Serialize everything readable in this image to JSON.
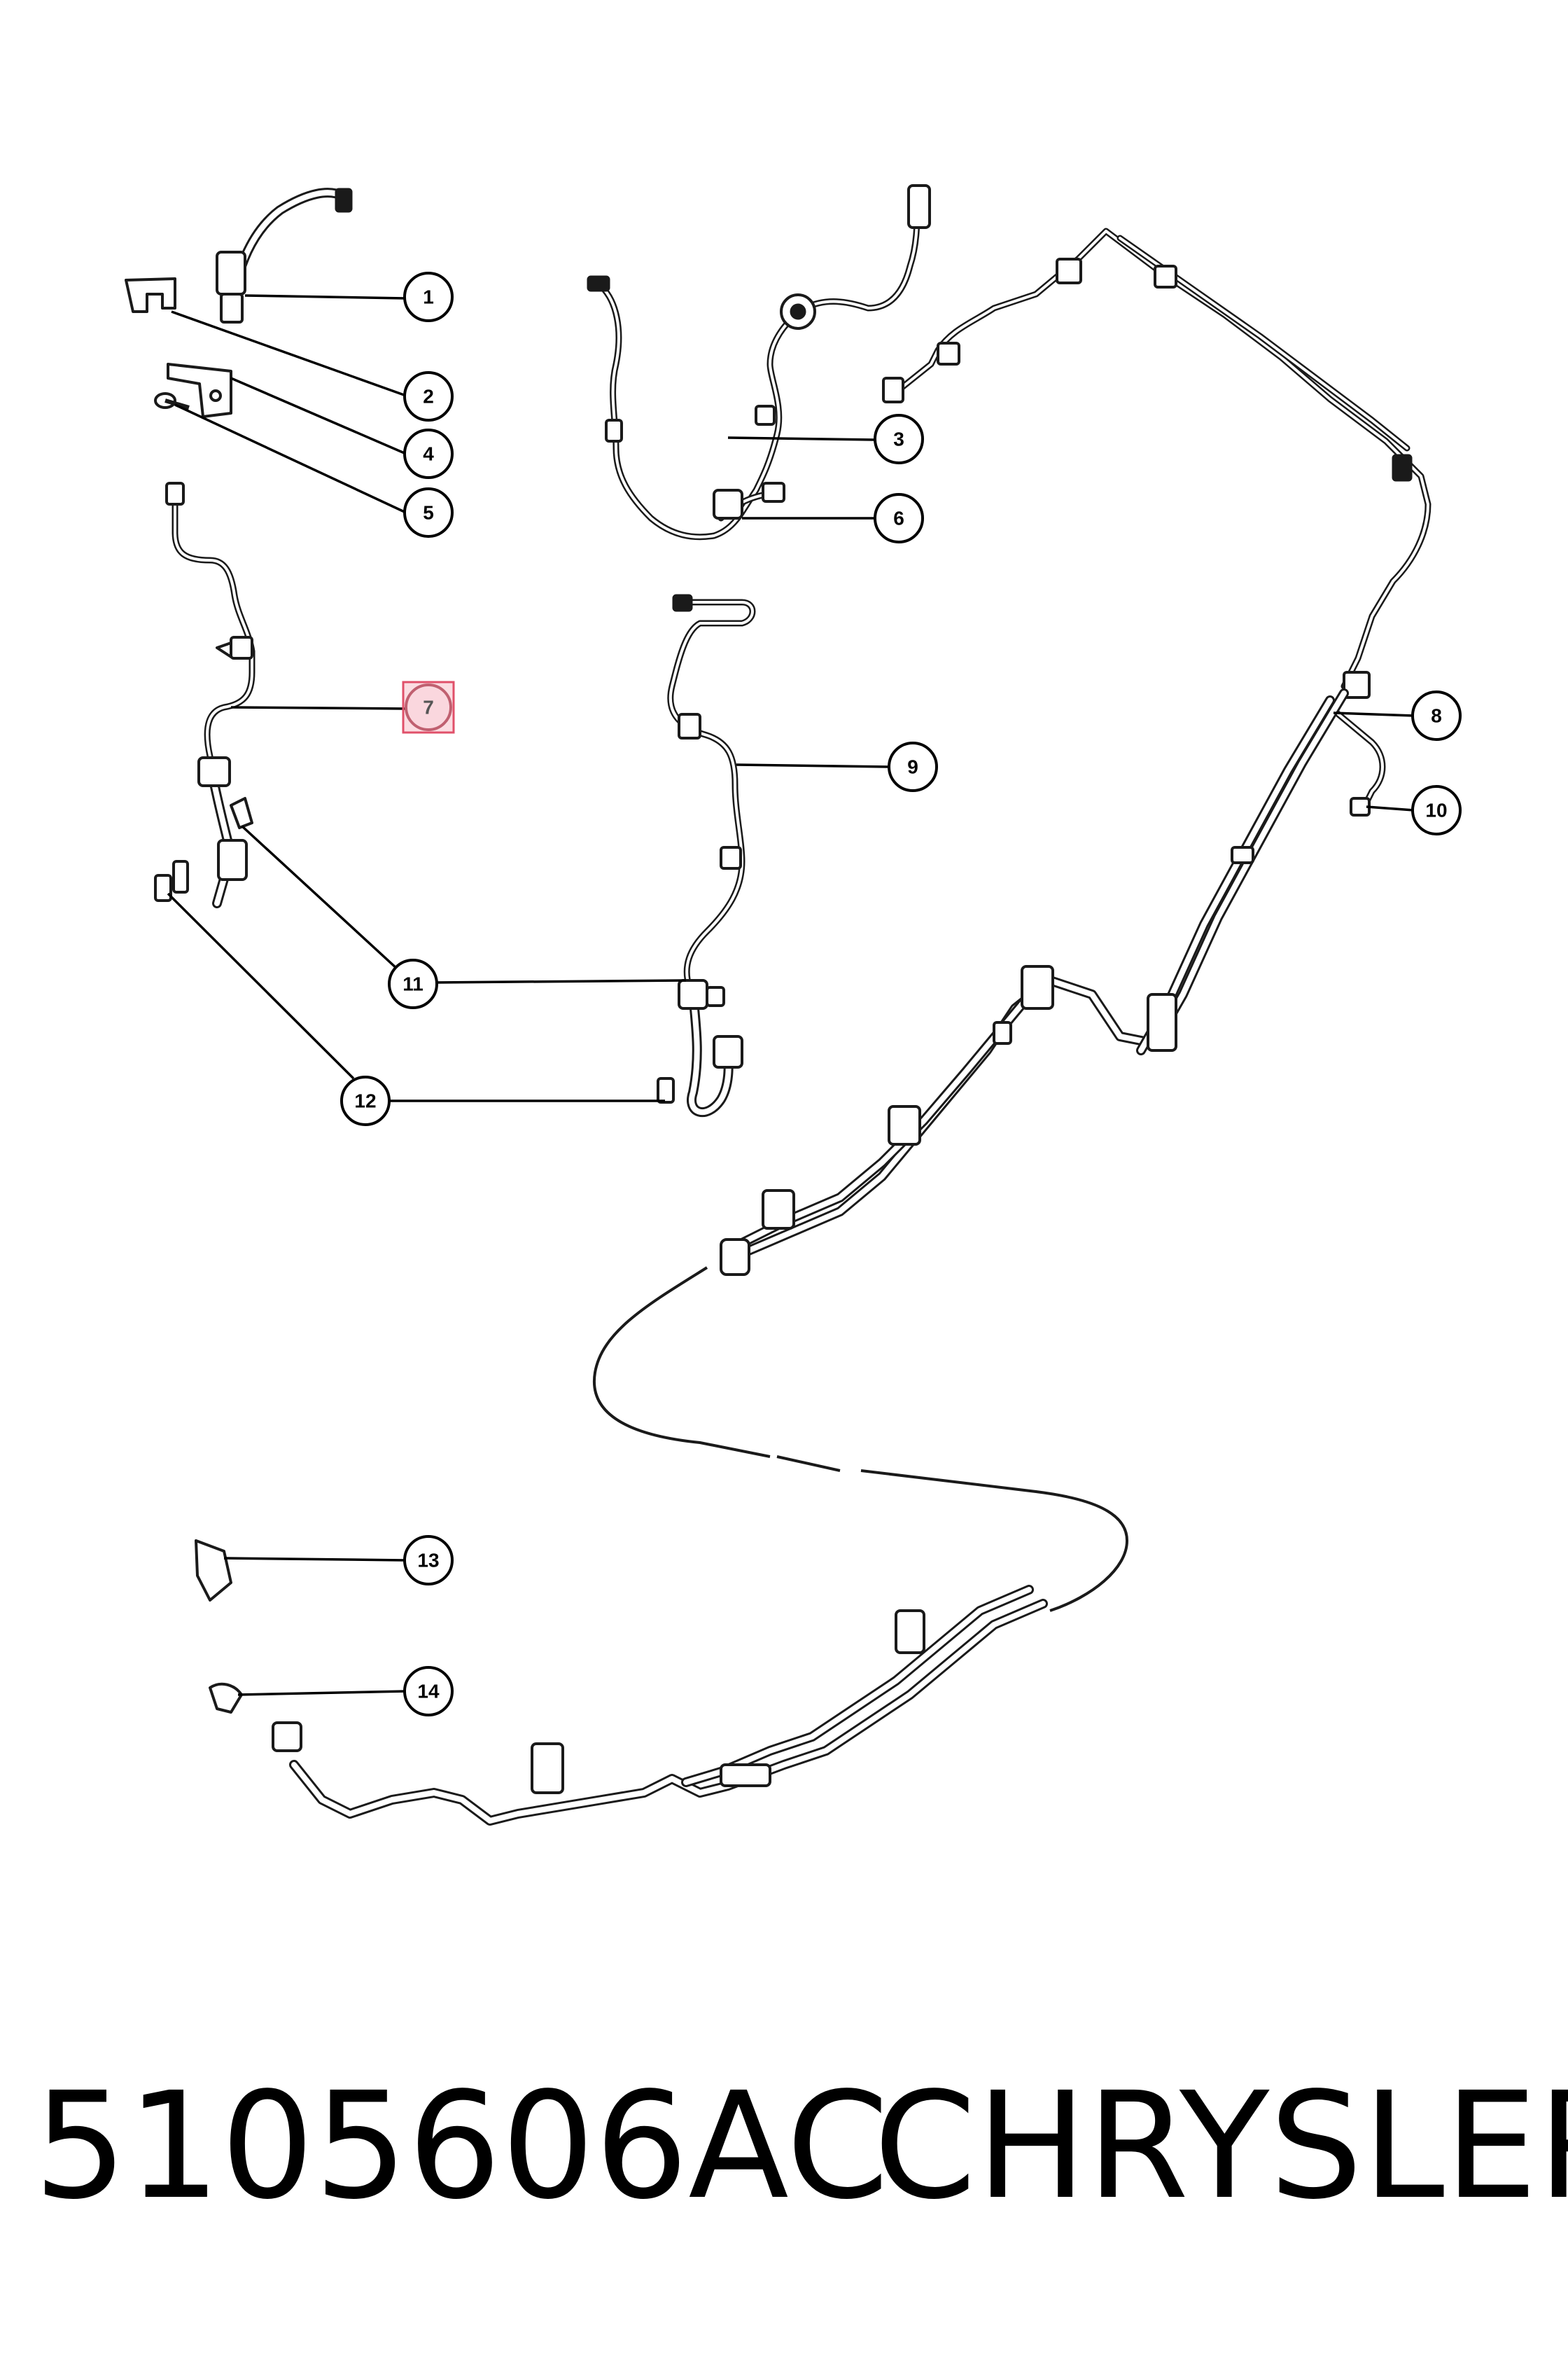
{
  "callouts": [
    {
      "id": "1",
      "label": "1"
    },
    {
      "id": "2",
      "label": "2"
    },
    {
      "id": "3",
      "label": "3"
    },
    {
      "id": "4",
      "label": "4"
    },
    {
      "id": "5",
      "label": "5"
    },
    {
      "id": "6",
      "label": "6"
    },
    {
      "id": "7",
      "label": "7",
      "highlighted": true
    },
    {
      "id": "8",
      "label": "8"
    },
    {
      "id": "9",
      "label": "9"
    },
    {
      "id": "10",
      "label": "10"
    },
    {
      "id": "11",
      "label": "11"
    },
    {
      "id": "12",
      "label": "12"
    },
    {
      "id": "13",
      "label": "13"
    },
    {
      "id": "14",
      "label": "14"
    }
  ],
  "footer": {
    "part_number": "5105606AC",
    "brand": "CHRYSLER"
  },
  "colors": {
    "line": "#1a1a1a",
    "highlight": "#e0506a",
    "background": "#ffffff"
  }
}
